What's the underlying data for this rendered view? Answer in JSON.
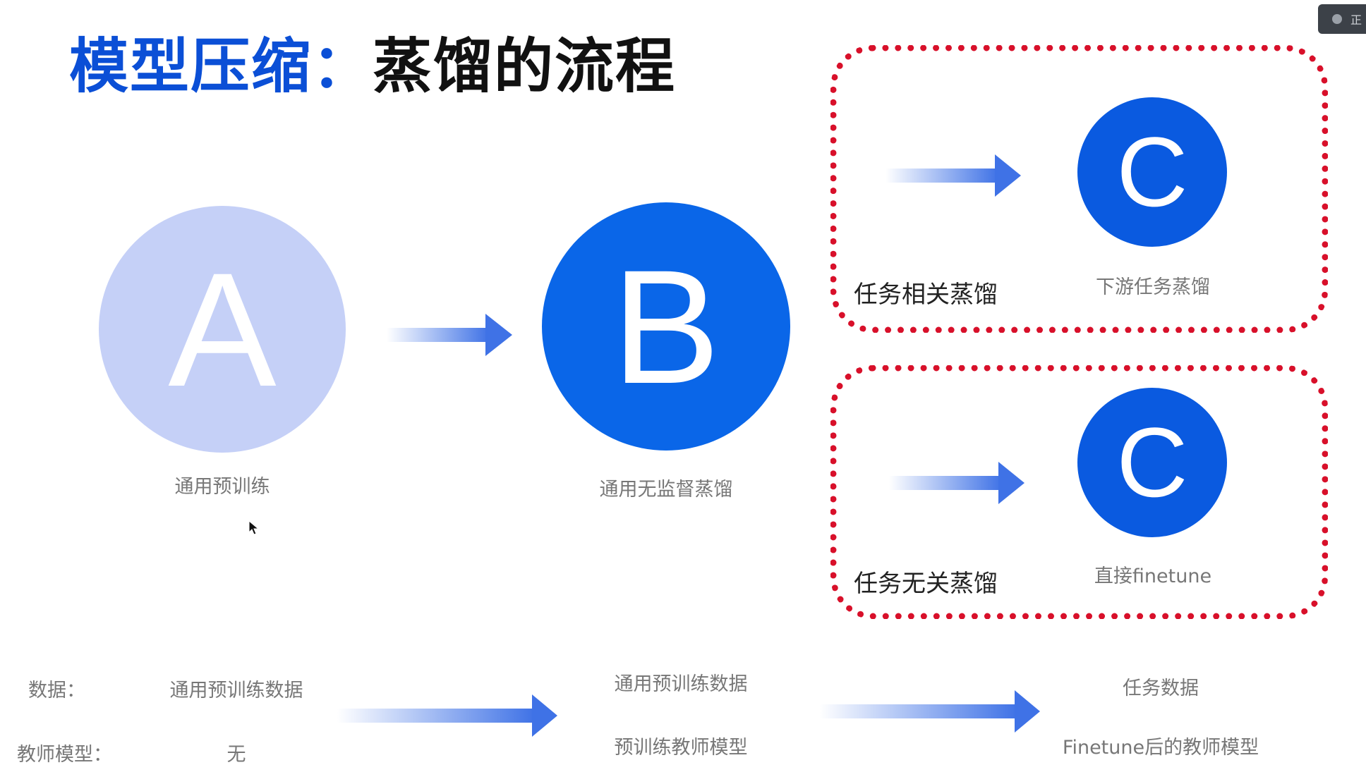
{
  "title": {
    "part1": "模型压缩",
    "colon": "：",
    "part2": "蒸馏的流程"
  },
  "nodes": {
    "a": {
      "letter": "A",
      "caption": "通用预训练",
      "color": "#c5d0f7"
    },
    "b": {
      "letter": "B",
      "caption": "通用无监督蒸馏",
      "color": "#0a66e8"
    },
    "c_top": {
      "letter": "C",
      "caption": "下游任务蒸馏",
      "color": "#0a5ae0"
    },
    "c_bottom": {
      "letter": "C",
      "caption": "直接finetune",
      "color": "#0a5ae0"
    }
  },
  "groups": {
    "top": {
      "label": "任务相关蒸馏",
      "border_color": "#d8102a"
    },
    "bottom": {
      "label": "任务无关蒸馏",
      "border_color": "#d8102a"
    }
  },
  "bottom_table": {
    "row_labels": {
      "data": "数据：",
      "teacher": "教师模型："
    },
    "stage1": {
      "data": "通用预训练数据",
      "teacher": "无"
    },
    "stage2": {
      "data": "通用预训练数据",
      "teacher": "预训练教师模型"
    },
    "stage3": {
      "data": "任务数据",
      "teacher": "Finetune后的教师模型"
    }
  },
  "corner_widget": {
    "text": "正"
  }
}
